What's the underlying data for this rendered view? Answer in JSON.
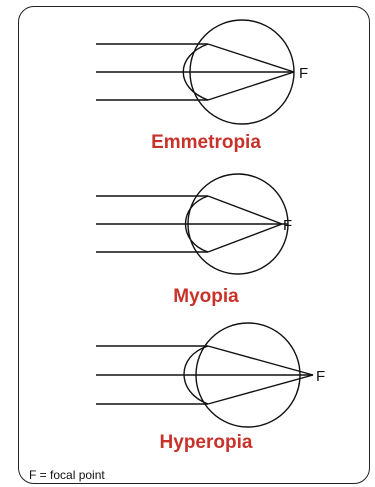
{
  "panels": [
    {
      "title": "Emmetropia",
      "focus_label": "F"
    },
    {
      "title": "Myopia",
      "focus_label": "F"
    },
    {
      "title": "Hyperopia",
      "focus_label": "F"
    }
  ],
  "legend": "F = focal point",
  "colors": {
    "title": "#c8322b",
    "lines": "#111111",
    "frame": "#222222"
  }
}
